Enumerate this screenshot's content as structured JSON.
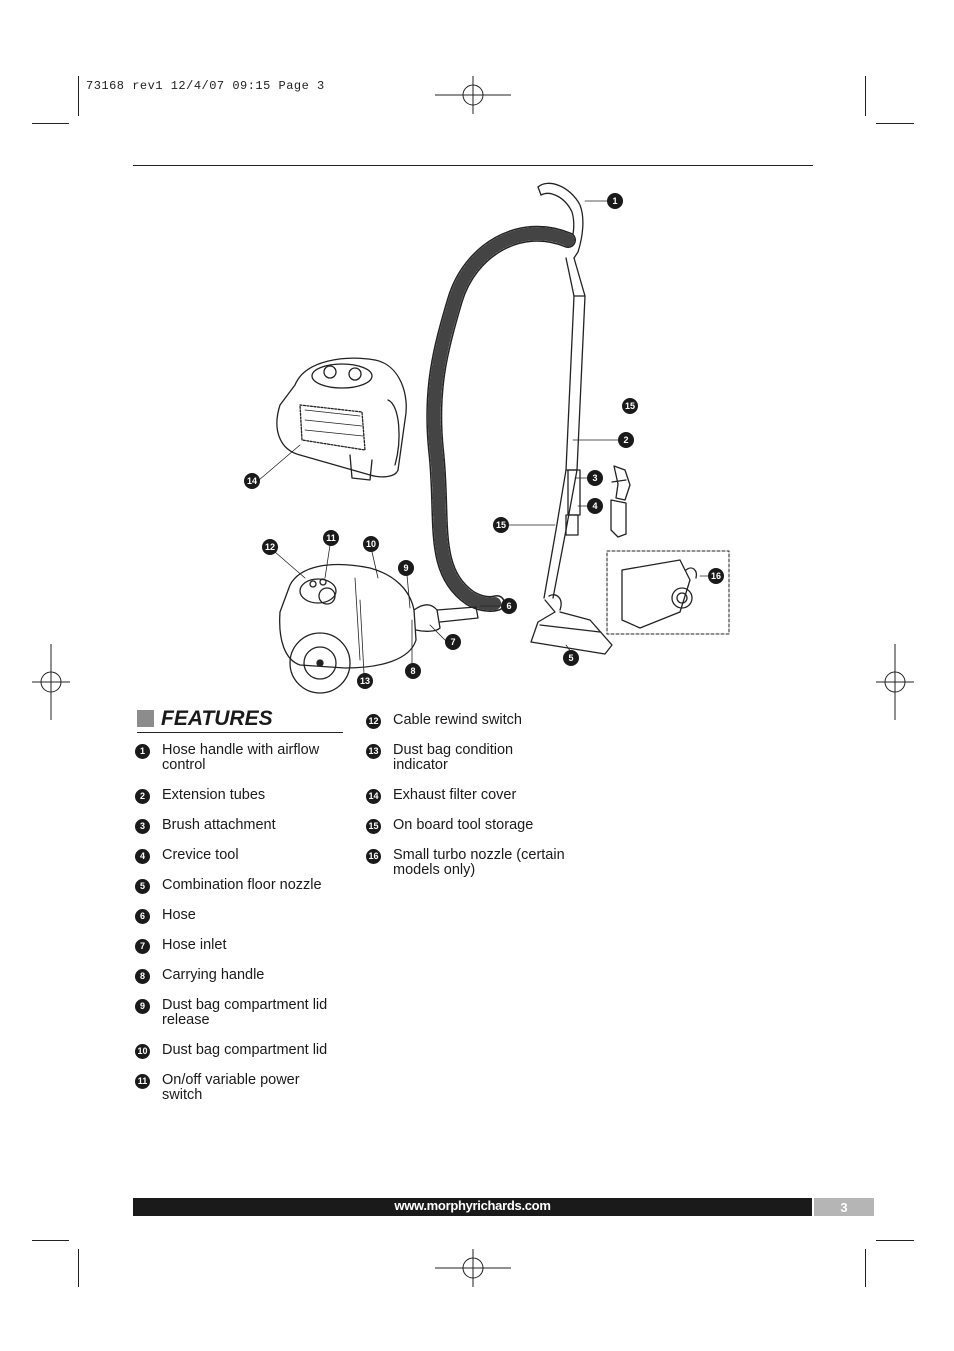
{
  "print_slug": "73168 rev1  12/4/07  09:15  Page 3",
  "section_title": "FEATURES",
  "features": [
    {
      "num": "1",
      "label": "Hose handle with airflow",
      "label2": "control"
    },
    {
      "num": "2",
      "label": "Extension tubes",
      "label2": ""
    },
    {
      "num": "3",
      "label": "Brush attachment",
      "label2": ""
    },
    {
      "num": "4",
      "label": "Crevice tool",
      "label2": ""
    },
    {
      "num": "5",
      "label": "Combination floor nozzle",
      "label2": ""
    },
    {
      "num": "6",
      "label": "Hose",
      "label2": ""
    },
    {
      "num": "7",
      "label": "Hose inlet",
      "label2": ""
    },
    {
      "num": "8",
      "label": "Carrying handle",
      "label2": ""
    },
    {
      "num": "9",
      "label": "Dust bag compartment lid",
      "label2": "release"
    },
    {
      "num": "10",
      "label": "Dust bag compartment lid",
      "label2": ""
    },
    {
      "num": "11",
      "label": "On/off variable power",
      "label2": "switch"
    },
    {
      "num": "12",
      "label": "Cable rewind switch",
      "label2": ""
    },
    {
      "num": "13",
      "label": "Dust bag condition",
      "label2": "indicator"
    },
    {
      "num": "14",
      "label": "Exhaust filter cover",
      "label2": ""
    },
    {
      "num": "15",
      "label": "On board tool storage",
      "label2": ""
    },
    {
      "num": "16",
      "label": "Small turbo nozzle (certain",
      "label2": "models only)"
    }
  ],
  "diagram_callouts": [
    "1",
    "2",
    "3",
    "4",
    "5",
    "6",
    "7",
    "8",
    "9",
    "10",
    "11",
    "12",
    "13",
    "14",
    "15",
    "15",
    "16"
  ],
  "footer": {
    "url": "www.morphyrichards.com",
    "page_number": "3"
  }
}
